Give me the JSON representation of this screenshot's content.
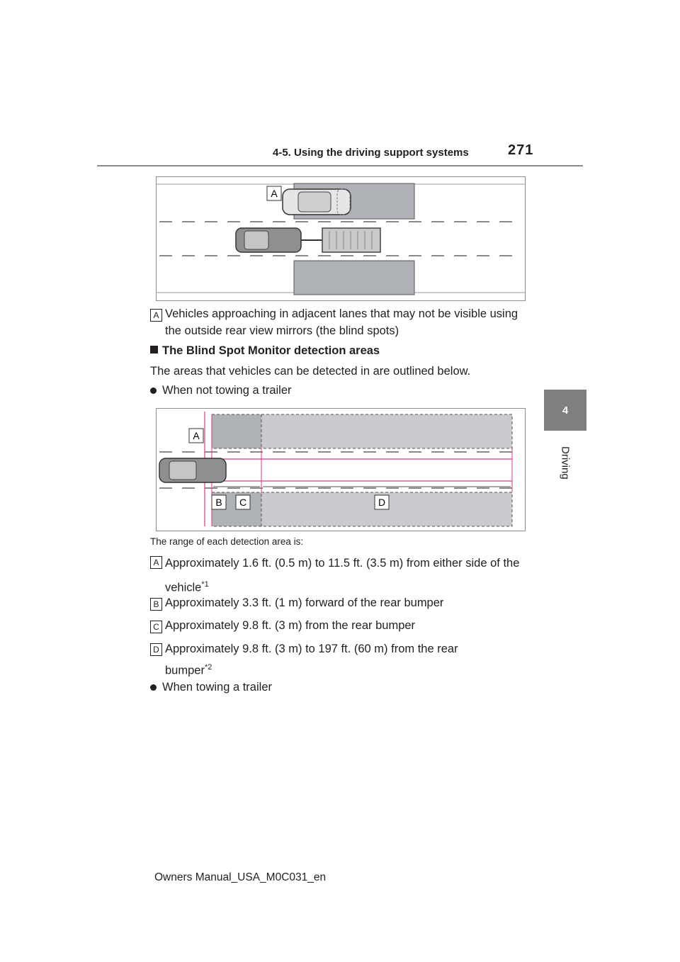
{
  "header": {
    "section": "4-5. Using the driving support systems",
    "page_number": "271"
  },
  "side_tab": {
    "number": "4",
    "label": "Driving"
  },
  "figure1": {
    "label_a": "A"
  },
  "caption1": {
    "marker": "A",
    "text": "Vehicles approaching in adjacent lanes that may not be visible using the outside rear view mirrors (the blind spots)"
  },
  "section_heading": "The Blind Spot Monitor detection areas",
  "intro": "The areas that vehicles can be detected in are outlined below.",
  "bullet1": "When not towing a trailer",
  "figure2": {
    "label_a": "A",
    "label_b": "B",
    "label_c": "C",
    "label_d": "D"
  },
  "range_note": "The range of each detection area is:",
  "items": [
    {
      "marker": "A",
      "text": "Approximately 1.6 ft. (0.5 m) to 11.5 ft. (3.5 m) from either side of the vehicle",
      "sup": "*1"
    },
    {
      "marker": "B",
      "text": "Approximately 3.3 ft. (1 m) forward of the rear bumper"
    },
    {
      "marker": "C",
      "text": "Approximately 9.8 ft. (3 m) from the rear bumper"
    },
    {
      "marker": "D",
      "text": "Approximately 9.8 ft. (3 m) to 197 ft. (60 m) from the rear bumper",
      "sup": "*2"
    }
  ],
  "bullet2": "When towing a trailer",
  "footer": "Owners Manual_USA_M0C031_en",
  "colors": {
    "zone_dark": "#aeb1b5",
    "zone_light": "#c9cbce",
    "range_line": "#e0338a",
    "tab": "#7f7f7f"
  }
}
